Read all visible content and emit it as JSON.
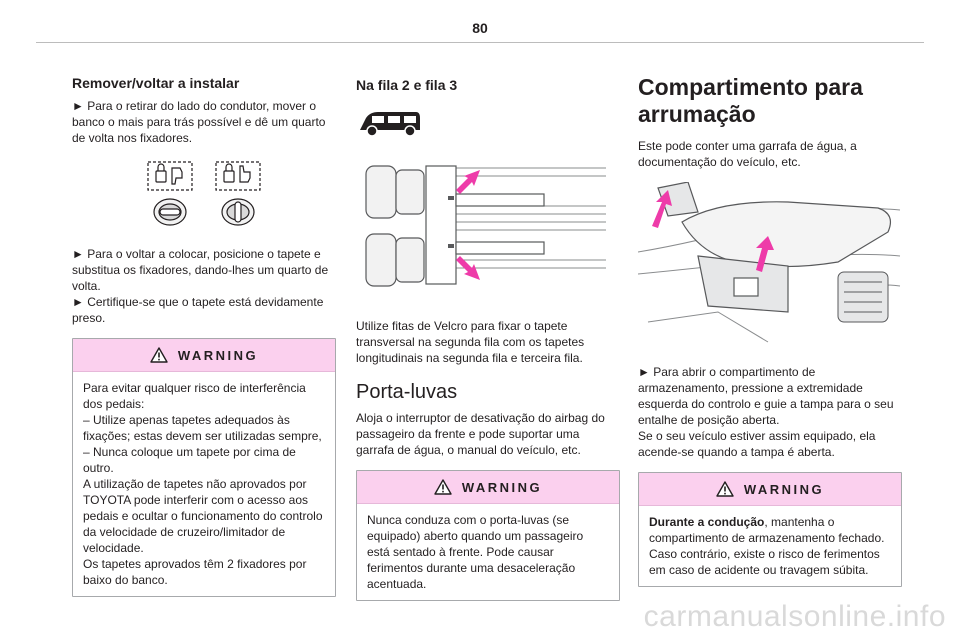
{
  "page": {
    "number": "80"
  },
  "col1": {
    "heading": "Remover/voltar a instalar",
    "step1": "► Para o retirar do lado do condutor, mover o banco o mais para trás possível e dê um quarto de volta nos fixadores.",
    "step2": "► Para o voltar a colocar, posicione o tapete e substitua os fixadores, dando-lhes um quarto de volta.",
    "step3": "► Certifique-se que o tapete está devidamente preso.",
    "warning": {
      "title": "WARNING",
      "lines": [
        "Para evitar qualquer risco de interferência dos pedais:",
        "– Utilize apenas tapetes adequados às fixações; estas devem ser utilizadas sempre,",
        "– Nunca coloque um tapete por cima de outro.",
        "A utilização de tapetes não aprovados por TOYOTA pode interferir com o acesso aos pedais e ocultar o funcionamento do controlo da velocidade de cruzeiro/limitador de velocidade.",
        "Os tapetes aprovados têm 2 fixadores por baixo do banco."
      ]
    }
  },
  "col2": {
    "heading": "Na fila 2 e fila 3",
    "velcro_text": "Utilize fitas de Velcro para fixar o tapete transversal na segunda fila com os tapetes longitudinais na segunda fila e terceira fila.",
    "glovebox_heading": "Porta-luvas",
    "glovebox_text": "Aloja o interruptor de desativação do airbag do passageiro da frente e pode suportar uma garrafa de água, o manual do veículo, etc.",
    "warning": {
      "title": "WARNING",
      "text": "Nunca conduza com o porta-luvas (se equipado) aberto quando um passageiro está sentado à frente. Pode causar ferimentos durante uma desaceleração acentuada."
    }
  },
  "col3": {
    "heading_line1": "Compartimento para",
    "heading_line2": "arrumação",
    "intro": "Este pode conter uma garrafa de água, a documentação do veículo, etc.",
    "open_text": "► Para abrir o compartimento de armazenamento, pressione a extremidade esquerda do controlo e guie a tampa para o seu entalhe de posição aberta.",
    "light_text": "Se o seu veículo estiver assim equipado, ela acende-se quando a tampa é aberta.",
    "warning": {
      "title": "WARNING",
      "bold": "Durante a condução",
      "text": ", mantenha o compartimento de armazenamento fechado. Caso contrário, existe o risco de ferimentos em caso de acidente ou travagem súbita."
    }
  },
  "footer": {
    "watermark": "carmanualsonline.info"
  },
  "colors": {
    "warning_header": "#fbd0ee",
    "arrow": "#ee3ba9",
    "border": "#a7a9ac"
  }
}
